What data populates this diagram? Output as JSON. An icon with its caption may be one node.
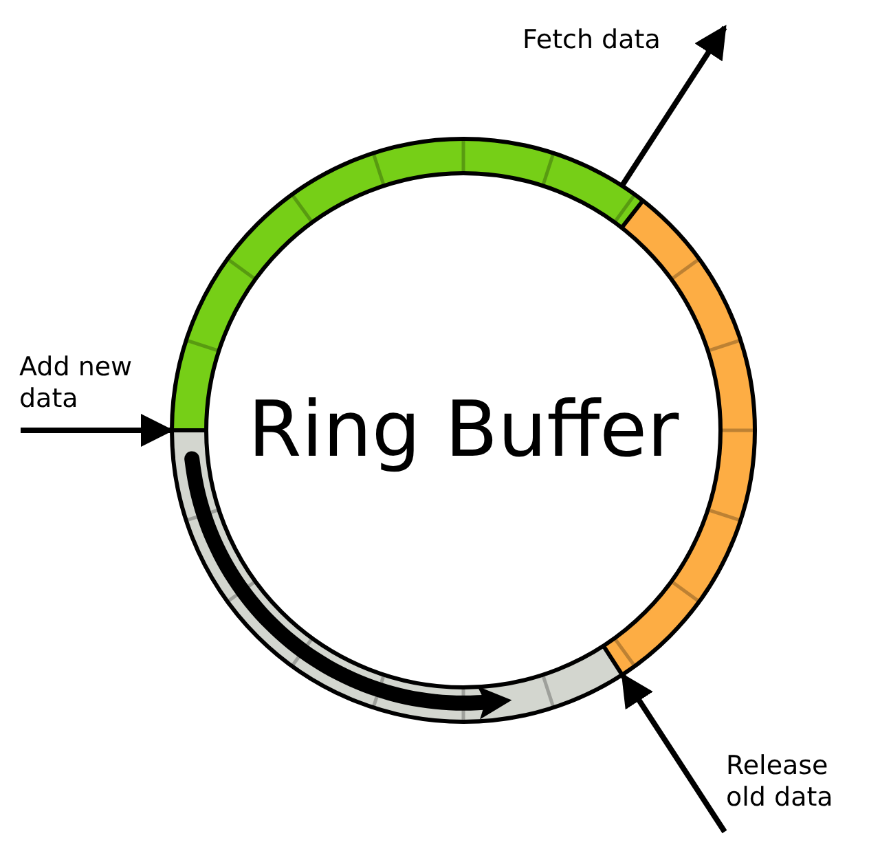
{
  "diagram": {
    "nodes": [
      {
        "text": [
          "Ring Buffer"
        ]
      },
      {
        "text": [
          "Fetch data"
        ]
      },
      {
        "text": [
          "Add new data"
        ]
      },
      {
        "text": [
          "Release old data"
        ]
      }
    ],
    "edges": [
      {
        "from": 2,
        "to": 0,
        "arrow": "to"
      },
      {
        "from": 0,
        "to": 1,
        "arrow": "to"
      },
      {
        "from": 3,
        "to": 0,
        "arrow": "to"
      }
    ]
  }
}
